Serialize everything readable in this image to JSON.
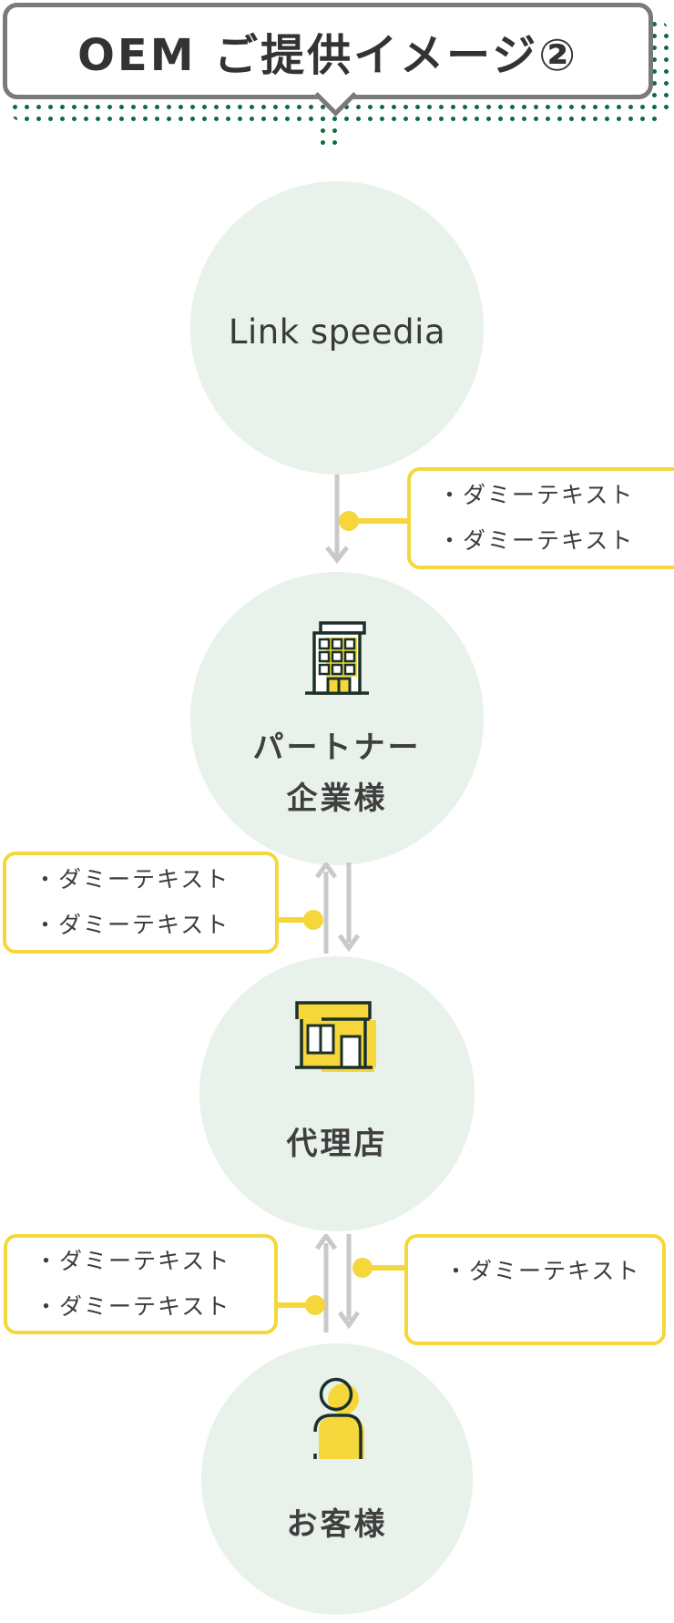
{
  "title": {
    "text": "OEM ご提供イメージ②"
  },
  "nodes": [
    {
      "id": "link-speedia",
      "icon": null,
      "lines": [
        "Link speedia"
      ]
    },
    {
      "id": "partner",
      "icon": "building-icon",
      "lines": [
        "パートナー",
        "企業様"
      ]
    },
    {
      "id": "agency",
      "icon": "store-icon",
      "lines": [
        "代理店"
      ]
    },
    {
      "id": "customer",
      "icon": "person-icon",
      "lines": [
        "お客様"
      ]
    }
  ],
  "arrows": [
    {
      "between": [
        "link-speedia",
        "partner"
      ],
      "direction": "down"
    },
    {
      "between": [
        "partner",
        "agency"
      ],
      "direction": "both"
    },
    {
      "between": [
        "agency",
        "customer"
      ],
      "direction": "both"
    }
  ],
  "callouts": [
    {
      "id": 1,
      "side": "right",
      "attached_to": "arrow-1",
      "lines": [
        "・ダミーテキスト",
        "・ダミーテキスト"
      ]
    },
    {
      "id": 2,
      "side": "left",
      "attached_to": "arrow-2",
      "lines": [
        "・ダミーテキスト",
        "・ダミーテキスト"
      ]
    },
    {
      "id": 3,
      "side": "left",
      "attached_to": "arrow-3",
      "lines": [
        "・ダミーテキスト",
        "・ダミーテキスト"
      ]
    },
    {
      "id": 4,
      "side": "right",
      "attached_to": "arrow-3",
      "lines": [
        "・ダミーテキスト"
      ]
    }
  ],
  "colors": {
    "accent_yellow": "#f5d73b",
    "circle_green": "#e8f1ea",
    "shadow_dot_green": "#0c6b3f",
    "arrow_gray": "#c9c9c9",
    "title_border_gray": "#7a7a7a",
    "text_dark": "#3a3a3a",
    "icon_outline_dark": "#1a3028"
  }
}
